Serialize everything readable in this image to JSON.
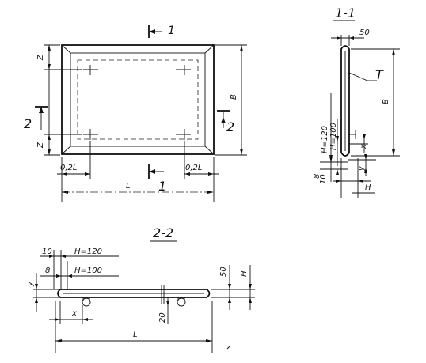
{
  "plan_view": {
    "section_mark": "1",
    "side_mark_left": "2",
    "side_mark_right": "2",
    "dim_z_top": "Z",
    "dim_z_bottom": "Z",
    "dim_b": "B",
    "dim_02l_left": "0,2L",
    "dim_02l_right": "0,2L",
    "dim_l": "L"
  },
  "section_1_1": {
    "title": "1-1",
    "dim_50": "50",
    "leader_t": "T",
    "dim_b": "B",
    "dim_h120": "H=120",
    "dim_h100": "H=100",
    "dim_10": "10",
    "dim_8": "8",
    "dim_x": "x",
    "dim_y": "y",
    "dim_h": "H"
  },
  "section_2_2": {
    "title": "2-2",
    "dim_10": "10",
    "dim_8": "8",
    "dim_h120": "H=120",
    "dim_h100": "H=100",
    "dim_y": "y",
    "dim_x": "x",
    "dim_50": "50",
    "dim_h": "H",
    "dim_20": "20",
    "dim_l": "L"
  }
}
